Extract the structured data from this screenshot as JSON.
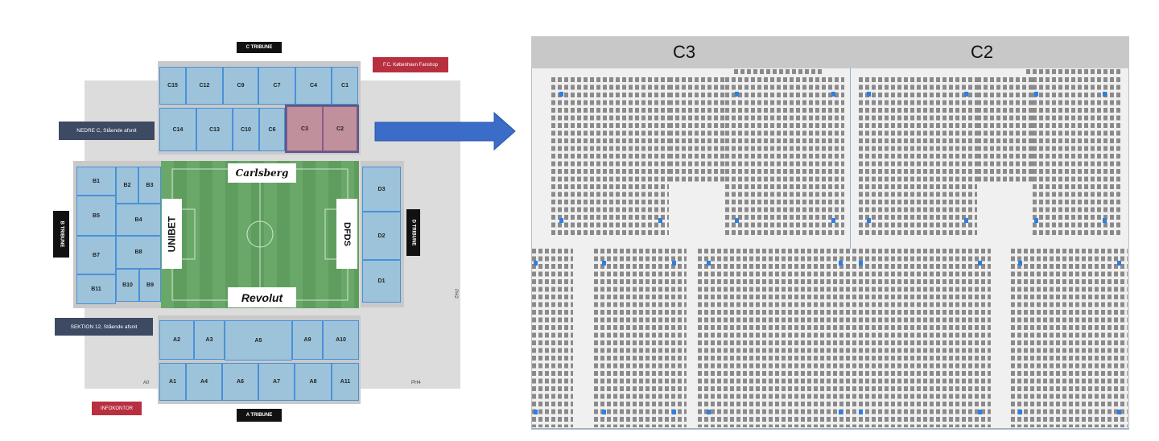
{
  "stadium_map": {
    "stands": {
      "c_tribune": "C TRIBUNE",
      "a_tribune": "A TRIBUNE",
      "b_tribune": "B TRIBUNE",
      "d_tribune": "D TRIBUNE"
    },
    "callouts": {
      "fanshop": "F.C. København Fanshop",
      "nedre_c": "NEDRE C, Stående afsnit",
      "sektion_12": "SEKTION 12, Stående afsnit",
      "infokontor": "INFOKONTOR"
    },
    "gates": {
      "a0": "A0",
      "ph4": "PH4",
      "ph2": "PH2"
    },
    "sections": {
      "c_top": [
        "C15",
        "C12",
        "C9",
        "C7",
        "C4",
        "C1"
      ],
      "c_bottom": [
        "C14",
        "C13",
        "C10",
        "C6",
        "C3",
        "C2"
      ],
      "b": [
        "B1",
        "B2",
        "B3",
        "B5",
        "B4",
        "B7",
        "B8",
        "B11",
        "B10",
        "B9"
      ],
      "d": [
        "D3",
        "D2",
        "D1"
      ],
      "a_top": [
        "A2",
        "A3",
        "A5",
        "A9",
        "A10"
      ],
      "a_bottom": [
        "A1",
        "A4",
        "A6",
        "A7",
        "A8",
        "A11"
      ]
    },
    "highlighted_sections": [
      "C3",
      "C2"
    ],
    "sponsors": {
      "top": "Carlsberg",
      "bottom": "Revolut",
      "left": "UNIBET",
      "right": "DFDS"
    }
  },
  "seat_map": {
    "headers": [
      "C3",
      "C2"
    ]
  },
  "colors": {
    "section": "#9cc3da",
    "highlight": "#c0909c",
    "arrow": "#3a6cc8",
    "seat": "#8a8a8a",
    "seat_marked": "#2f7fe0"
  }
}
